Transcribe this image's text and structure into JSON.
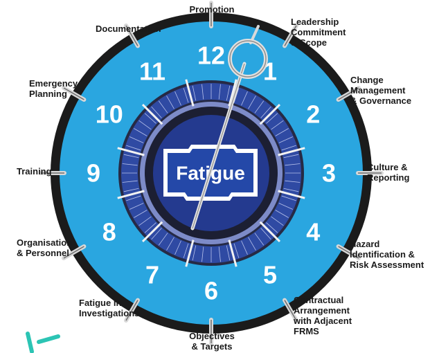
{
  "center_label": "Fatigue",
  "numbers": [
    "12",
    "1",
    "2",
    "3",
    "4",
    "5",
    "6",
    "7",
    "8",
    "9",
    "10",
    "11"
  ],
  "segments": {
    "promotion": "Promotion",
    "leadership": "Leadership\nCommitment\n& Scope",
    "change": "Change\nManagement\n& Governance",
    "culture": "Culture &\nReporting",
    "hazard": "Hazard\nIdentification &\nRisk Assessment",
    "contractual": "Contractual\nArrangement\nwith Adjacent\nFRMS",
    "objectives": "Objectives\n& Targets",
    "investigations": "Fatigue in\nInvestigations",
    "organisation": "Organisation\n& Personnel",
    "training": "Training",
    "emergency": "Emergency\nPlanning",
    "documentation": "Documentation"
  },
  "colors": {
    "outer_ring": "#1b1b1b",
    "face": "#2aa6e0",
    "inner_dark": "#262a45",
    "center": "#243a8f",
    "accent": "#2cc4b4"
  }
}
